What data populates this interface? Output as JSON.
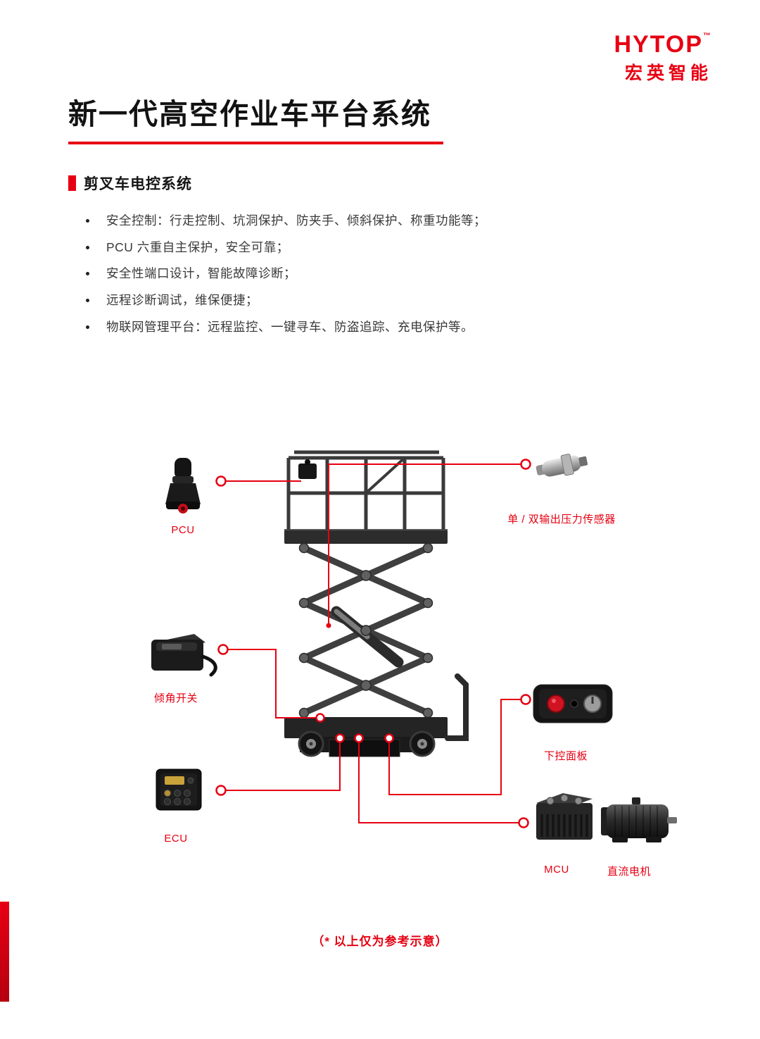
{
  "colors": {
    "accent": "#e60012"
  },
  "logo": {
    "brand": "HYTOP",
    "tm": "™",
    "subbrand": "宏英智能"
  },
  "title": "新一代高空作业车平台系统",
  "section": {
    "heading": "剪叉车电控系统"
  },
  "bullets": [
    "安全控制：行走控制、坑洞保护、防夹手、倾斜保护、称重功能等；",
    "PCU 六重自主保护，安全可靠；",
    "安全性端口设计，智能故障诊断；",
    "远程诊断调试，维保便捷；",
    "物联网管理平台：远程监控、一键寻车、防盗追踪、充电保护等。"
  ],
  "diagram": {
    "labels": {
      "pcu": "PCU",
      "pressure_sensor": "单 / 双输出压力传感器",
      "tilt_switch": "倾角开关",
      "lower_control_panel": "下控面板",
      "ecu": "ECU",
      "mcu": "MCU",
      "dc_motor": "直流电机"
    }
  },
  "footnote": "（* 以上仅为参考示意）"
}
